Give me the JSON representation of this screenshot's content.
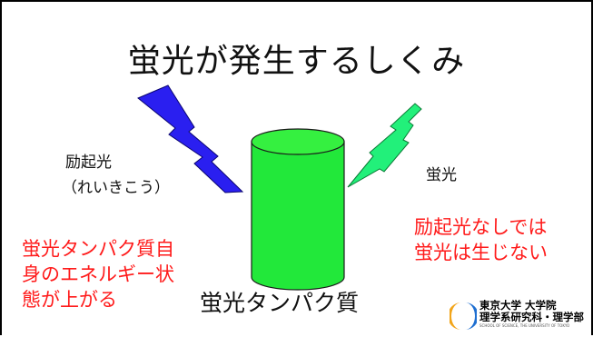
{
  "title": "蛍光が発生するしくみ",
  "labels": {
    "excitation_line1": "励起光",
    "excitation_line2": "（れいきこう）",
    "fluorescence": "蛍光",
    "protein": "蛍光タンパク質"
  },
  "notes": {
    "left": [
      "蛍光タンパク質自",
      "身のエネルギー状",
      "態が上がる"
    ],
    "right": [
      "励起光なしでは",
      "蛍光は生じない"
    ]
  },
  "logo": {
    "line1": "東京大学 大学院",
    "line2": "理学系研究科・理学部",
    "line3": "SCHOOL OF SCIENCE, THE UNIVERSITY OF TOKYO"
  },
  "colors": {
    "excitation_bolt": "#2a1ff0",
    "fluorescence_bolt": "#22f07a",
    "cylinder": "#22e83a",
    "notes_text": "#ff1a1a"
  }
}
